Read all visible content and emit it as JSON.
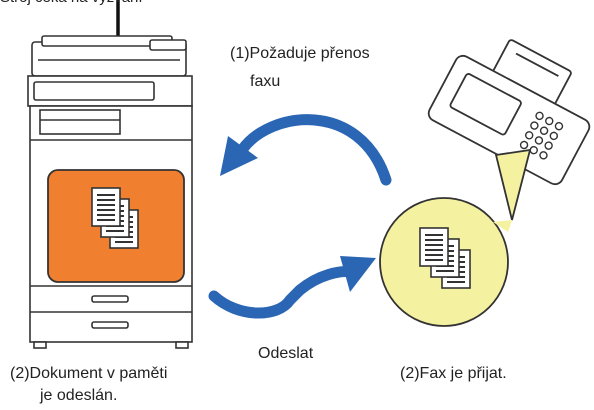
{
  "diagram": {
    "caption_top": "Stroj čeká na vyzvání",
    "label_request_line1": "(1)Požaduje přenos",
    "label_request_line2": "faxu",
    "label_send": "Odeslat",
    "label_doc_sent_line1": "(2)Dokument v paměti",
    "label_doc_sent_line2": "je odeslán.",
    "label_fax_received": "(2)Fax je přijat."
  },
  "colors": {
    "memory_box": "#f07f2f",
    "arrow": "#2a66b3",
    "received_circle": "#f4f1a0",
    "outline": "#333333"
  }
}
